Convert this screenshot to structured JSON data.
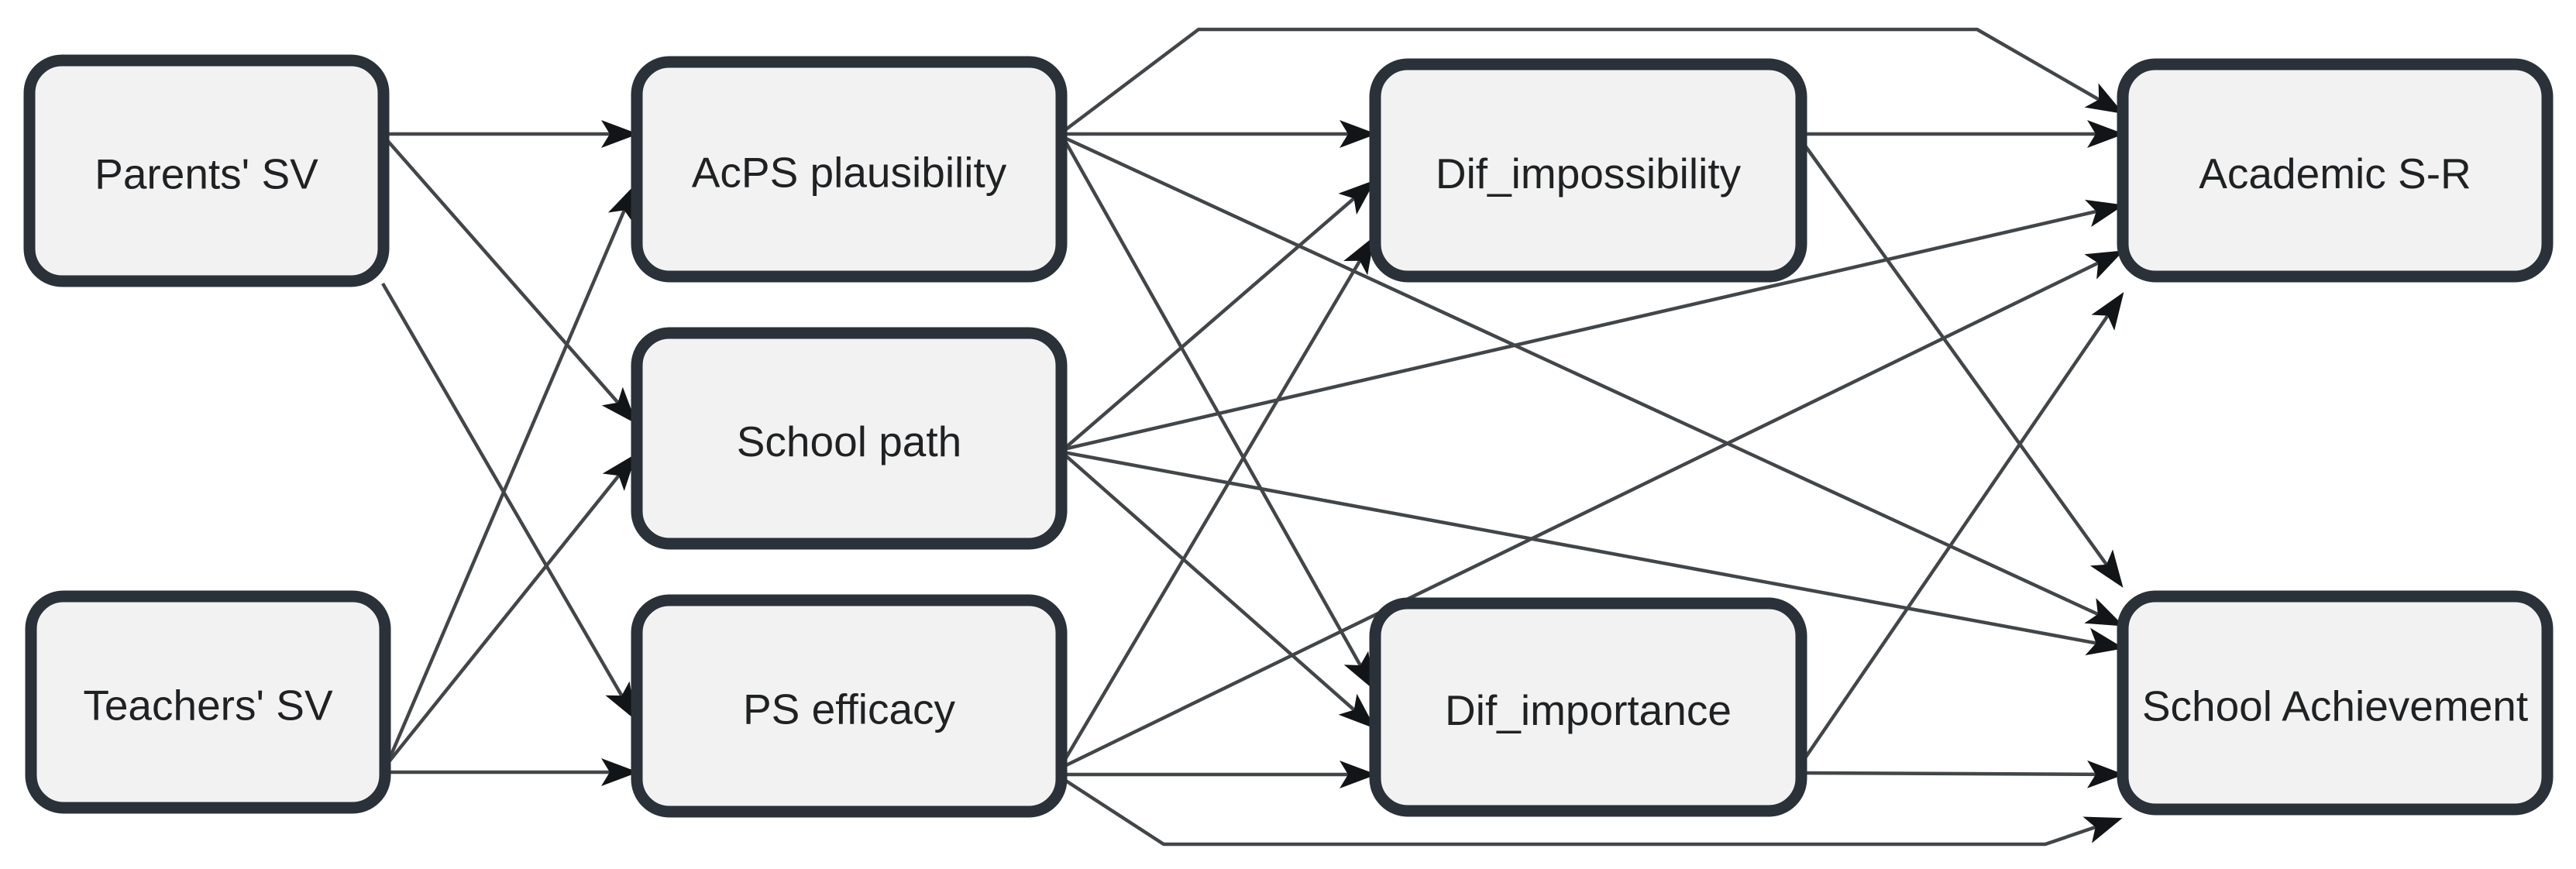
{
  "diagram": {
    "title": "Path model diagram",
    "background_color": "#ffffff",
    "colors": {
      "node_fill": "#f2f2f2",
      "node_border": "#2a3139",
      "edge_line": "#424649",
      "arrowhead": "#121517",
      "label_text": "#1f2123"
    },
    "nodes": [
      {
        "id": "parents_sv",
        "label": "Parents' SV"
      },
      {
        "id": "teachers_sv",
        "label": "Teachers' SV"
      },
      {
        "id": "acps_plausibility",
        "label": "AcPS plausibility"
      },
      {
        "id": "school_path",
        "label": "School path"
      },
      {
        "id": "ps_efficacy",
        "label": "PS efficacy"
      },
      {
        "id": "dif_impossibility",
        "label": "Dif_impossibility"
      },
      {
        "id": "dif_importance",
        "label": "Dif_importance"
      },
      {
        "id": "academic_sr",
        "label": "Academic S-R"
      },
      {
        "id": "school_achievement",
        "label": "School Achievement"
      }
    ],
    "edges": [
      {
        "from": "parents_sv",
        "to": "acps_plausibility"
      },
      {
        "from": "parents_sv",
        "to": "school_path"
      },
      {
        "from": "parents_sv",
        "to": "ps_efficacy"
      },
      {
        "from": "teachers_sv",
        "to": "acps_plausibility"
      },
      {
        "from": "teachers_sv",
        "to": "school_path"
      },
      {
        "from": "teachers_sv",
        "to": "ps_efficacy"
      },
      {
        "from": "acps_plausibility",
        "to": "dif_impossibility"
      },
      {
        "from": "acps_plausibility",
        "to": "dif_importance"
      },
      {
        "from": "acps_plausibility",
        "to": "academic_sr"
      },
      {
        "from": "acps_plausibility",
        "to": "school_achievement"
      },
      {
        "from": "school_path",
        "to": "dif_impossibility"
      },
      {
        "from": "school_path",
        "to": "dif_importance"
      },
      {
        "from": "school_path",
        "to": "academic_sr"
      },
      {
        "from": "school_path",
        "to": "school_achievement"
      },
      {
        "from": "ps_efficacy",
        "to": "dif_impossibility"
      },
      {
        "from": "ps_efficacy",
        "to": "dif_importance"
      },
      {
        "from": "ps_efficacy",
        "to": "academic_sr"
      },
      {
        "from": "ps_efficacy",
        "to": "school_achievement"
      },
      {
        "from": "dif_impossibility",
        "to": "academic_sr"
      },
      {
        "from": "dif_impossibility",
        "to": "school_achievement"
      },
      {
        "from": "dif_importance",
        "to": "academic_sr"
      },
      {
        "from": "dif_importance",
        "to": "school_achievement"
      }
    ]
  }
}
